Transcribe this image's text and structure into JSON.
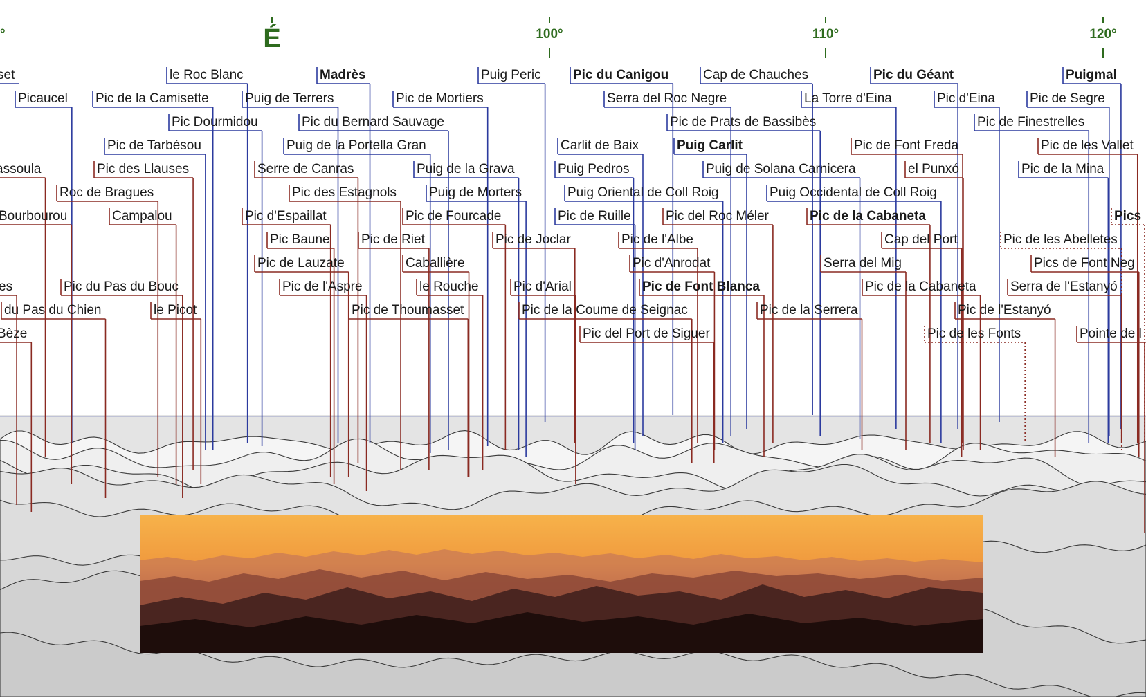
{
  "colors": {
    "blue": "#2b3a9e",
    "red": "#8a2a22",
    "compass": "#2e6b1e",
    "text": "#1a1a1a",
    "terrain_fill": "#eeeeee",
    "terrain_line": "#3a3a3a",
    "sky_top": "#f7b24a",
    "sky_bottom": "#f09a3e",
    "horizon_glow": "#f6c27a"
  },
  "compass": [
    {
      "label": "°",
      "icon": "none"
    },
    {
      "label": "É",
      "icon": "east-marker"
    },
    {
      "label": "100°",
      "icon": "none"
    },
    {
      "label": "110°",
      "icon": "none"
    },
    {
      "label": "120°",
      "icon": "none"
    }
  ],
  "labels": [
    {
      "text": "set",
      "bold": false,
      "dotted": false,
      "color": "blue"
    },
    {
      "text": "le Roc Blanc",
      "bold": false,
      "dotted": false,
      "color": "blue"
    },
    {
      "text": "Madrès",
      "bold": true,
      "dotted": false,
      "color": "blue"
    },
    {
      "text": "Puig Peric",
      "bold": false,
      "dotted": false,
      "color": "blue"
    },
    {
      "text": "Pic du Canigou",
      "bold": true,
      "dotted": false,
      "color": "blue"
    },
    {
      "text": "Cap de Chauches",
      "bold": false,
      "dotted": false,
      "color": "blue"
    },
    {
      "text": "Pic du Géant",
      "bold": true,
      "dotted": false,
      "color": "blue"
    },
    {
      "text": "Puigmal",
      "bold": true,
      "dotted": false,
      "color": "blue"
    },
    {
      "text": "Picaucel",
      "bold": false,
      "dotted": false,
      "color": "blue"
    },
    {
      "text": "Pic de la Camisette",
      "bold": false,
      "dotted": false,
      "color": "blue"
    },
    {
      "text": "Puig de Terrers",
      "bold": false,
      "dotted": false,
      "color": "blue"
    },
    {
      "text": "Pic de Mortiers",
      "bold": false,
      "dotted": false,
      "color": "blue"
    },
    {
      "text": "Serra del Roc Negre",
      "bold": false,
      "dotted": false,
      "color": "blue"
    },
    {
      "text": "La Torre d'Eina",
      "bold": false,
      "dotted": false,
      "color": "blue"
    },
    {
      "text": "Pic d'Eina",
      "bold": false,
      "dotted": false,
      "color": "blue"
    },
    {
      "text": "Pic de Segre",
      "bold": false,
      "dotted": false,
      "color": "blue"
    },
    {
      "text": "Pic Dourmidou",
      "bold": false,
      "dotted": false,
      "color": "blue"
    },
    {
      "text": "Pic du Bernard Sauvage",
      "bold": false,
      "dotted": false,
      "color": "blue"
    },
    {
      "text": "Pic de Prats de Bassibès",
      "bold": false,
      "dotted": false,
      "color": "blue"
    },
    {
      "text": "Pic de Finestrelles",
      "bold": false,
      "dotted": false,
      "color": "blue"
    },
    {
      "text": "Pic de Tarbésou",
      "bold": false,
      "dotted": false,
      "color": "blue"
    },
    {
      "text": "Puig de la Portella Gran",
      "bold": false,
      "dotted": false,
      "color": "blue"
    },
    {
      "text": "Carlit de Baix",
      "bold": false,
      "dotted": false,
      "color": "blue"
    },
    {
      "text": "Puig Carlit",
      "bold": true,
      "dotted": false,
      "color": "blue"
    },
    {
      "text": "Pic de Font Freda",
      "bold": false,
      "dotted": false,
      "color": "red"
    },
    {
      "text": "Pic de les Vallet",
      "bold": false,
      "dotted": false,
      "color": "red"
    },
    {
      "text": "assoula",
      "bold": false,
      "dotted": false,
      "color": "red"
    },
    {
      "text": "Pic des Llauses",
      "bold": false,
      "dotted": false,
      "color": "red"
    },
    {
      "text": "Serre de Canras",
      "bold": false,
      "dotted": false,
      "color": "red"
    },
    {
      "text": "Puig de la Grava",
      "bold": false,
      "dotted": false,
      "color": "blue"
    },
    {
      "text": "Puig Pedros",
      "bold": false,
      "dotted": false,
      "color": "blue"
    },
    {
      "text": "Puig de Solana Carnicera",
      "bold": false,
      "dotted": false,
      "color": "blue"
    },
    {
      "text": "el Punxó",
      "bold": false,
      "dotted": false,
      "color": "red"
    },
    {
      "text": "Pic de la Mina",
      "bold": false,
      "dotted": false,
      "color": "blue"
    },
    {
      "text": "Roc de Bragues",
      "bold": false,
      "dotted": false,
      "color": "red"
    },
    {
      "text": "Pic des Estagnols",
      "bold": false,
      "dotted": false,
      "color": "red"
    },
    {
      "text": "Puig de Morters",
      "bold": false,
      "dotted": false,
      "color": "blue"
    },
    {
      "text": "Puig Oriental de Coll Roig",
      "bold": false,
      "dotted": false,
      "color": "blue"
    },
    {
      "text": "Puig Occidental de Coll Roig",
      "bold": false,
      "dotted": false,
      "color": "blue"
    },
    {
      "text": "Bourbourou",
      "bold": false,
      "dotted": false,
      "color": "red"
    },
    {
      "text": "Campalou",
      "bold": false,
      "dotted": false,
      "color": "red"
    },
    {
      "text": "Pic d'Espaillat",
      "bold": false,
      "dotted": false,
      "color": "red"
    },
    {
      "text": "Pic de Fourcade",
      "bold": false,
      "dotted": false,
      "color": "red"
    },
    {
      "text": "Pic de Ruille",
      "bold": false,
      "dotted": false,
      "color": "blue"
    },
    {
      "text": "Pic del Roc Méler",
      "bold": false,
      "dotted": false,
      "color": "red"
    },
    {
      "text": "Pic de la Cabaneta",
      "bold": true,
      "dotted": false,
      "color": "red"
    },
    {
      "text": "Pics",
      "bold": true,
      "dotted": true,
      "color": "red"
    },
    {
      "text": "Pic Baune",
      "bold": false,
      "dotted": false,
      "color": "red"
    },
    {
      "text": "Pic de Riet",
      "bold": false,
      "dotted": false,
      "color": "red"
    },
    {
      "text": "Pic de Joclar",
      "bold": false,
      "dotted": false,
      "color": "red"
    },
    {
      "text": "Pic de l'Albe",
      "bold": false,
      "dotted": false,
      "color": "red"
    },
    {
      "text": "Cap del Port",
      "bold": false,
      "dotted": false,
      "color": "red"
    },
    {
      "text": "Pic de les Abelletes",
      "bold": false,
      "dotted": true,
      "color": "red"
    },
    {
      "text": "Pic de Lauzate",
      "bold": false,
      "dotted": false,
      "color": "red"
    },
    {
      "text": "Caballière",
      "bold": false,
      "dotted": false,
      "color": "red"
    },
    {
      "text": "Pic d'Anrodat",
      "bold": false,
      "dotted": false,
      "color": "red"
    },
    {
      "text": "Serra del Mig",
      "bold": false,
      "dotted": false,
      "color": "red"
    },
    {
      "text": "Pics de Font Neg",
      "bold": false,
      "dotted": false,
      "color": "red"
    },
    {
      "text": "es",
      "bold": false,
      "dotted": false,
      "color": "red"
    },
    {
      "text": "Pic du Pas du Bouc",
      "bold": false,
      "dotted": false,
      "color": "red"
    },
    {
      "text": "Pic de l'Aspre",
      "bold": false,
      "dotted": false,
      "color": "red"
    },
    {
      "text": "le Rouche",
      "bold": false,
      "dotted": false,
      "color": "red"
    },
    {
      "text": "Pic d'Arial",
      "bold": false,
      "dotted": false,
      "color": "red"
    },
    {
      "text": "Pic de Font Blanca",
      "bold": true,
      "dotted": false,
      "color": "red"
    },
    {
      "text": "Pic de la Cabaneta",
      "bold": false,
      "dotted": false,
      "color": "red"
    },
    {
      "text": "Serra de l'Estanyó",
      "bold": false,
      "dotted": false,
      "color": "red"
    },
    {
      "text": "du Pas du Chien",
      "bold": false,
      "dotted": false,
      "color": "red"
    },
    {
      "text": "le Picot",
      "bold": false,
      "dotted": false,
      "color": "red"
    },
    {
      "text": "Pic de Thoumasset",
      "bold": false,
      "dotted": false,
      "color": "red"
    },
    {
      "text": "Pic de la Coume de Seignac",
      "bold": false,
      "dotted": false,
      "color": "red"
    },
    {
      "text": "Pic de la Serrera",
      "bold": false,
      "dotted": false,
      "color": "red"
    },
    {
      "text": "Pic de l'Estanyó",
      "bold": false,
      "dotted": false,
      "color": "red"
    },
    {
      "text": "Bèze",
      "bold": false,
      "dotted": false,
      "color": "red"
    },
    {
      "text": "Pic del Port de Siguer",
      "bold": false,
      "dotted": false,
      "color": "red"
    },
    {
      "text": "Pic de les Fonts",
      "bold": false,
      "dotted": true,
      "color": "red"
    },
    {
      "text": "Pointe de l",
      "bold": false,
      "dotted": false,
      "color": "red"
    }
  ]
}
